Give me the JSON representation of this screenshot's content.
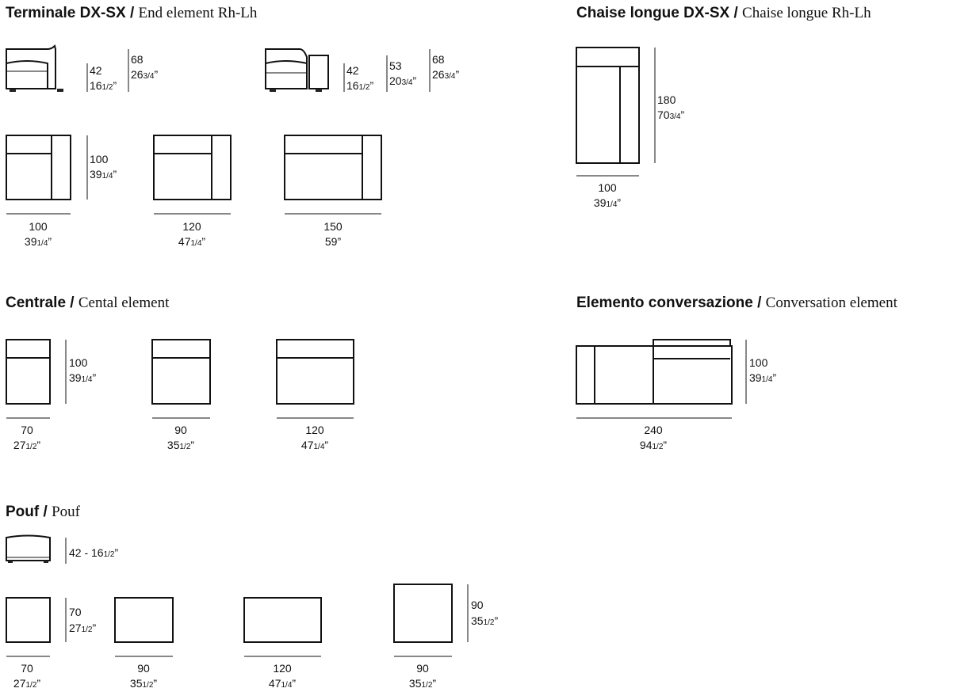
{
  "sections": {
    "terminale": {
      "it": "Terminale DX-SX /",
      "en": "End element Rh-Lh"
    },
    "chaise": {
      "it": "Chaise longue DX-SX /",
      "en": "Chaise longue Rh-Lh"
    },
    "centrale": {
      "it": "Centrale /",
      "en": "Cental element"
    },
    "conversazione": {
      "it": "Elemento conversazione /",
      "en": "Conversation element"
    },
    "pouf": {
      "it": "Pouf /",
      "en": "Pouf"
    }
  },
  "dimensions": {
    "t_side1": {
      "h1": "42",
      "h1i": "16",
      "h1f": "1/2",
      "h2": "68",
      "h2i": "26",
      "h2f": "3/4"
    },
    "t_side2": {
      "h1": "42",
      "h1i": "16",
      "h1f": "1/2",
      "h2": "53",
      "h2i": "20",
      "h2f": "3/4",
      "h3": "68",
      "h3i": "26",
      "h3f": "3/4"
    },
    "t_depth": {
      "v": "100",
      "i": "39",
      "f": "1/4"
    },
    "t_w1": {
      "v": "100",
      "i": "39",
      "f": "1/4"
    },
    "t_w2": {
      "v": "120",
      "i": "47",
      "f": "1/4"
    },
    "t_w3": {
      "v": "150",
      "i": "59",
      "f": ""
    },
    "ch_depth": {
      "v": "180",
      "i": "70",
      "f": "3/4"
    },
    "ch_w": {
      "v": "100",
      "i": "39",
      "f": "1/4"
    },
    "c_depth": {
      "v": "100",
      "i": "39",
      "f": "1/4"
    },
    "c_w1": {
      "v": "70",
      "i": "27",
      "f": "1/2"
    },
    "c_w2": {
      "v": "90",
      "i": "35",
      "f": "1/2"
    },
    "c_w3": {
      "v": "120",
      "i": "47",
      "f": "1/4"
    },
    "conv_depth": {
      "v": "100",
      "i": "39",
      "f": "1/4"
    },
    "conv_w": {
      "v": "240",
      "i": "94",
      "f": "1/2"
    },
    "p_height": {
      "pre": "42 - 16",
      "f": "1/2"
    },
    "p_depth1": {
      "v": "70",
      "i": "27",
      "f": "1/2"
    },
    "p_depth2": {
      "v": "90",
      "i": "35",
      "f": "1/2"
    },
    "p_w1": {
      "v": "70",
      "i": "27",
      "f": "1/2"
    },
    "p_w2": {
      "v": "90",
      "i": "35",
      "f": "1/2"
    },
    "p_w3": {
      "v": "120",
      "i": "47",
      "f": "1/4"
    },
    "p_w4": {
      "v": "90",
      "i": "35",
      "f": "1/2"
    }
  },
  "inch_mark": "”"
}
